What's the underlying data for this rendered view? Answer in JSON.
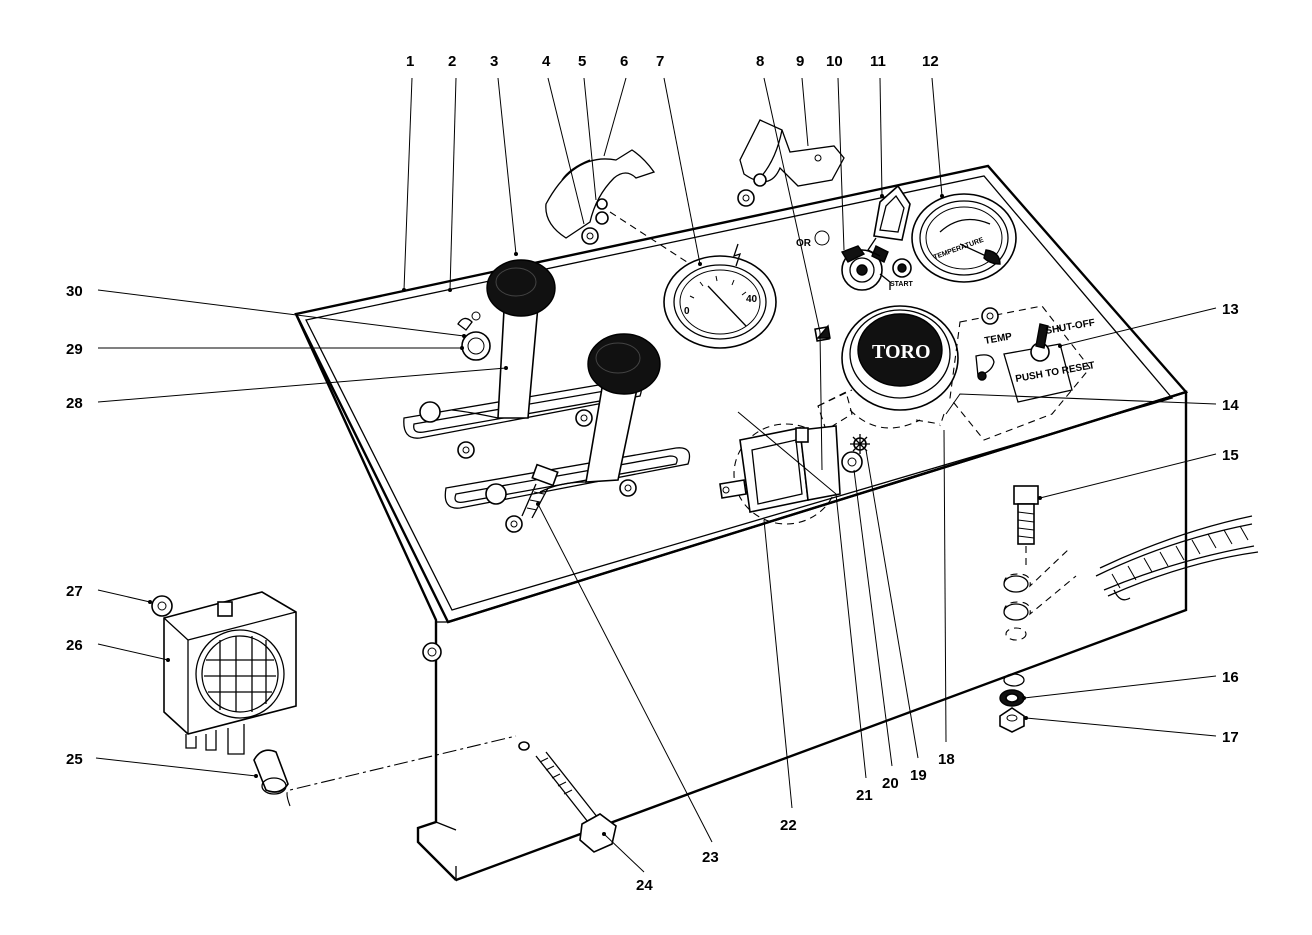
{
  "callouts": [
    "1",
    "2",
    "3",
    "4",
    "5",
    "6",
    "7",
    "8",
    "9",
    "10",
    "11",
    "12",
    "13",
    "14",
    "15",
    "16",
    "17",
    "18",
    "19",
    "20",
    "21",
    "22",
    "23",
    "24",
    "25",
    "26",
    "27",
    "28",
    "29",
    "30"
  ],
  "panel_text": {
    "or": "OR",
    "start": "START",
    "temp": "TEMP",
    "shut_off": "SHUT-OFF",
    "push_to_reset": "PUSH TO RESET",
    "logo": "TORO",
    "temperature": "TEMPERATURE"
  },
  "ammeter_scale": [
    "0",
    "40"
  ]
}
